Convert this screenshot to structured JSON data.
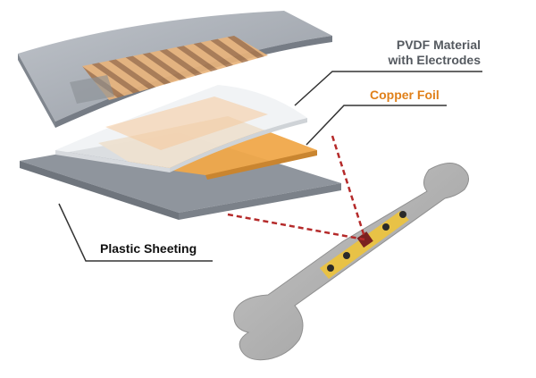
{
  "labels": {
    "pvdf_line1": "PVDF Material",
    "pvdf_line2": "with Electrodes",
    "copper_foil": "Copper Foil",
    "plastic_sheeting": "Plastic Sheeting"
  },
  "colors": {
    "plastic_sheet": "#8a9099",
    "pvdf_film": "#eef0f2",
    "copper": "#f0a84a",
    "electrode_stripes": "#b07a4a",
    "bone": "#a9a9a9",
    "sensor_strip": "#e8c246",
    "sensor_dots": "#2a2a2a",
    "sensor_chip": "#7a2020",
    "dashed_lines": "#b52a2a",
    "copper_label": "#e0801a",
    "pvdf_label": "#555a60",
    "plastic_label": "#111111"
  }
}
